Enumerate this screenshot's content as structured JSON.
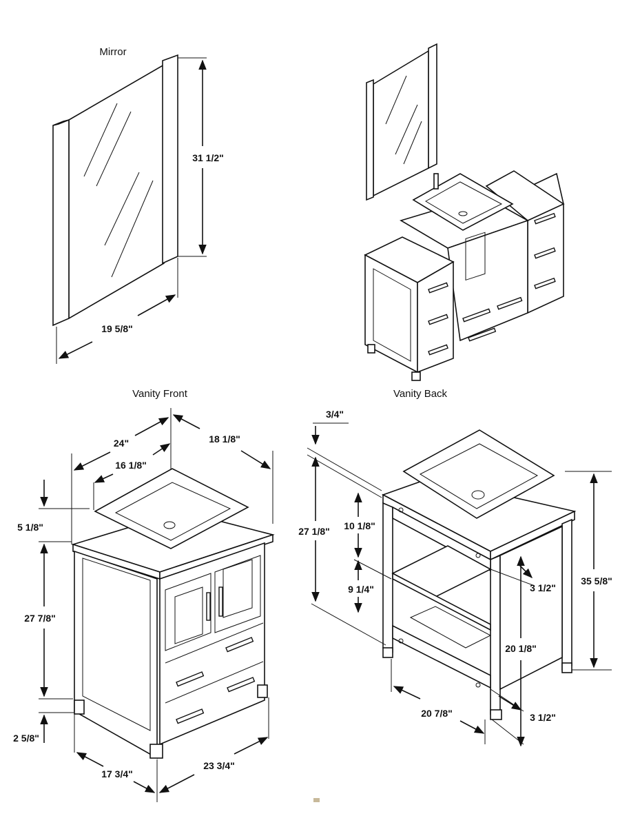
{
  "views": {
    "mirror": {
      "title": "Mirror",
      "height": "31 1/2\"",
      "width": "19 5/8\""
    },
    "isometric": {
      "title": ""
    },
    "vanity_front": {
      "title": "Vanity Front",
      "depth": "24\"",
      "width": "18 1/8\"",
      "sink_width": "16 1/8\"",
      "sink_height": "5 1/8\"",
      "cabinet_height": "27 7/8\"",
      "leg_height": "2 5/8\"",
      "base_depth": "17 3/4\"",
      "base_width": "23 3/4\""
    },
    "vanity_back": {
      "title": "Vanity Back",
      "top_thickness": "3/4\"",
      "body_height": "27 1/8\"",
      "upper_gap": "10 1/8\"",
      "shelf_gap": "9 1/4\"",
      "rail_upper": "3 1/2\"",
      "total_height": "35 5/8\"",
      "lower_height": "20 1/8\"",
      "rail_lower": "3 1/2\"",
      "base_width": "20 7/8\""
    }
  },
  "colors": {
    "line": "#111111",
    "background": "#ffffff",
    "marker": "#c8b99a"
  }
}
